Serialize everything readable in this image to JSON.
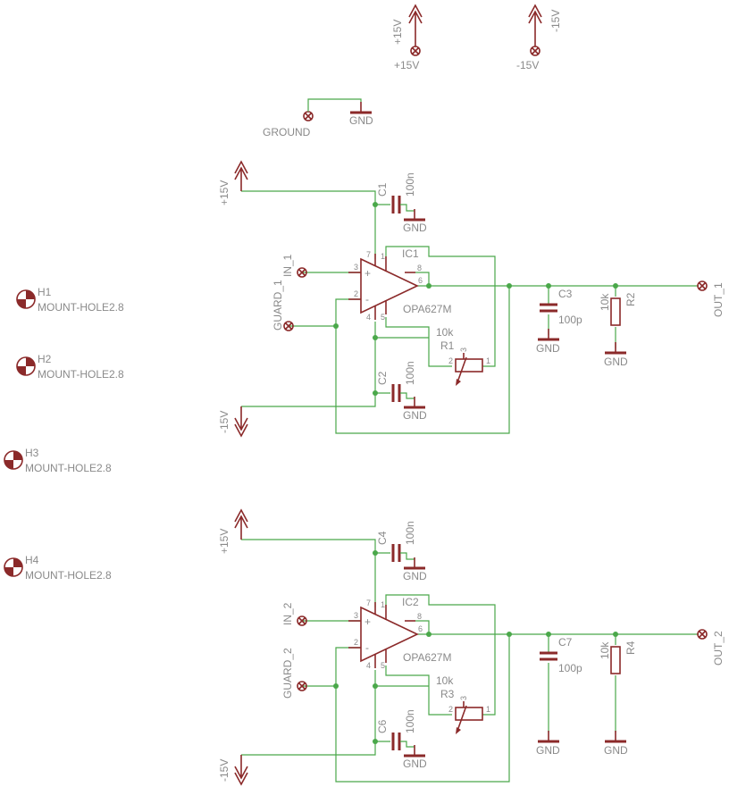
{
  "power": {
    "p15_rot": "+15V",
    "p15": "+15V",
    "m15_rot": "-15V",
    "m15": "-15V",
    "plus15": "+15V",
    "minus15": "-15V",
    "gnd": "GND",
    "ground": "GROUND"
  },
  "mounting_holes": [
    {
      "name": "H1",
      "value": "MOUNT-HOLE2.8"
    },
    {
      "name": "H2",
      "value": "MOUNT-HOLE2.8"
    },
    {
      "name": "H3",
      "value": "MOUNT-HOLE2.8"
    },
    {
      "name": "H4",
      "value": "MOUNT-HOLE2.8"
    }
  ],
  "channel1": {
    "ic": "IC1",
    "ic_value": "OPA627M",
    "c_top": "C1",
    "c_top_value": "100n",
    "c_bot": "C2",
    "c_bot_value": "100n",
    "c_out": "C3",
    "c_out_value": "100p",
    "pot": "R1",
    "pot_value": "10k",
    "r_out": "R2",
    "r_out_value": "10k",
    "in": "IN_1",
    "guard": "GUARD_1",
    "out": "OUT_1"
  },
  "channel2": {
    "ic": "IC2",
    "ic_value": "OPA627M",
    "c_top": "C4",
    "c_top_value": "100n",
    "c_bot": "C6",
    "c_bot_value": "100n",
    "c_out": "C7",
    "c_out_value": "100p",
    "pot": "R3",
    "pot_value": "10k",
    "r_out": "R4",
    "r_out_value": "10k",
    "in": "IN_2",
    "guard": "GUARD_2",
    "out": "OUT_2"
  },
  "pins": {
    "p1": "1",
    "p2": "2",
    "p3": "3",
    "p4": "4",
    "p5": "5",
    "p6": "6",
    "p7": "7",
    "p8": "8",
    "plus": "+",
    "minus": "-"
  },
  "colors": {
    "wire": "#4aa84a",
    "symbol": "#8b2a2a",
    "label": "#8a8a8a"
  }
}
